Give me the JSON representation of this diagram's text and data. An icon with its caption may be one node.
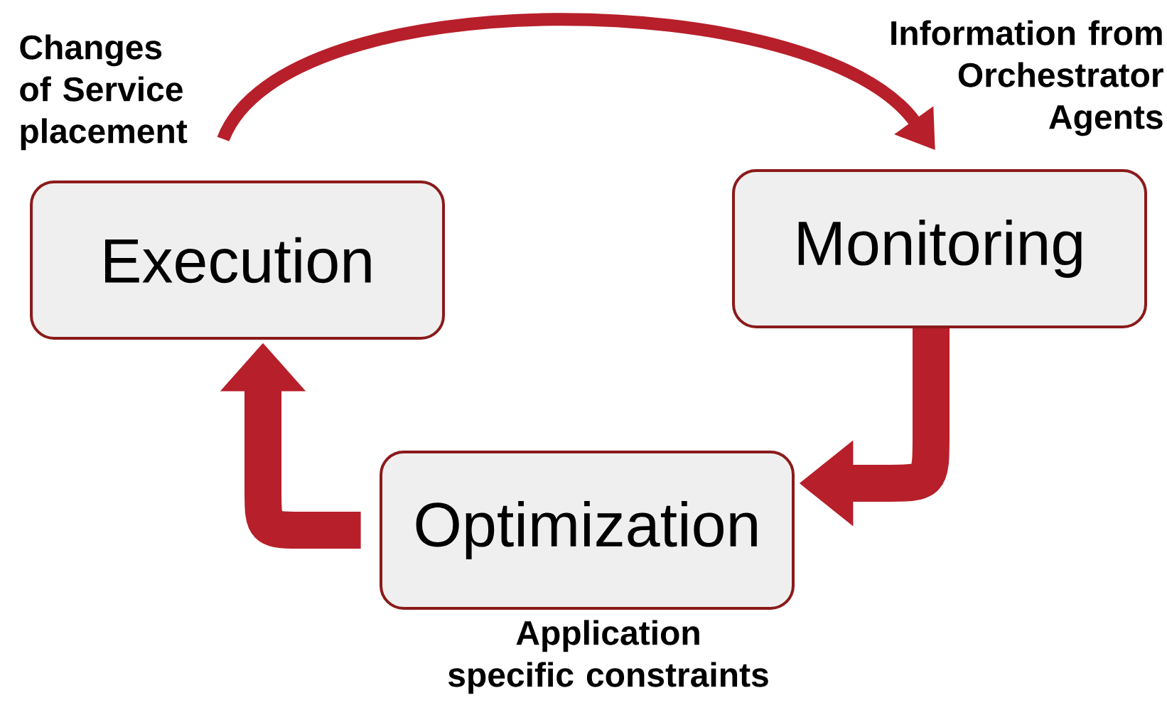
{
  "diagram": {
    "nodes": [
      {
        "text": [
          "Execution"
        ],
        "beside": [
          "Changes of Service placement"
        ]
      },
      {
        "text": [
          "Monitoring"
        ],
        "beside": [
          "Information from Orchestrator Agents"
        ]
      },
      {
        "text": [
          "Optimization"
        ],
        "beside": [
          "Application specific constraints"
        ]
      }
    ],
    "edges": [
      {
        "from": 0,
        "to": 1,
        "arrow": "to"
      },
      {
        "from": 1,
        "to": 2,
        "arrow": "to"
      },
      {
        "from": 2,
        "to": 0,
        "arrow": "to"
      }
    ]
  }
}
